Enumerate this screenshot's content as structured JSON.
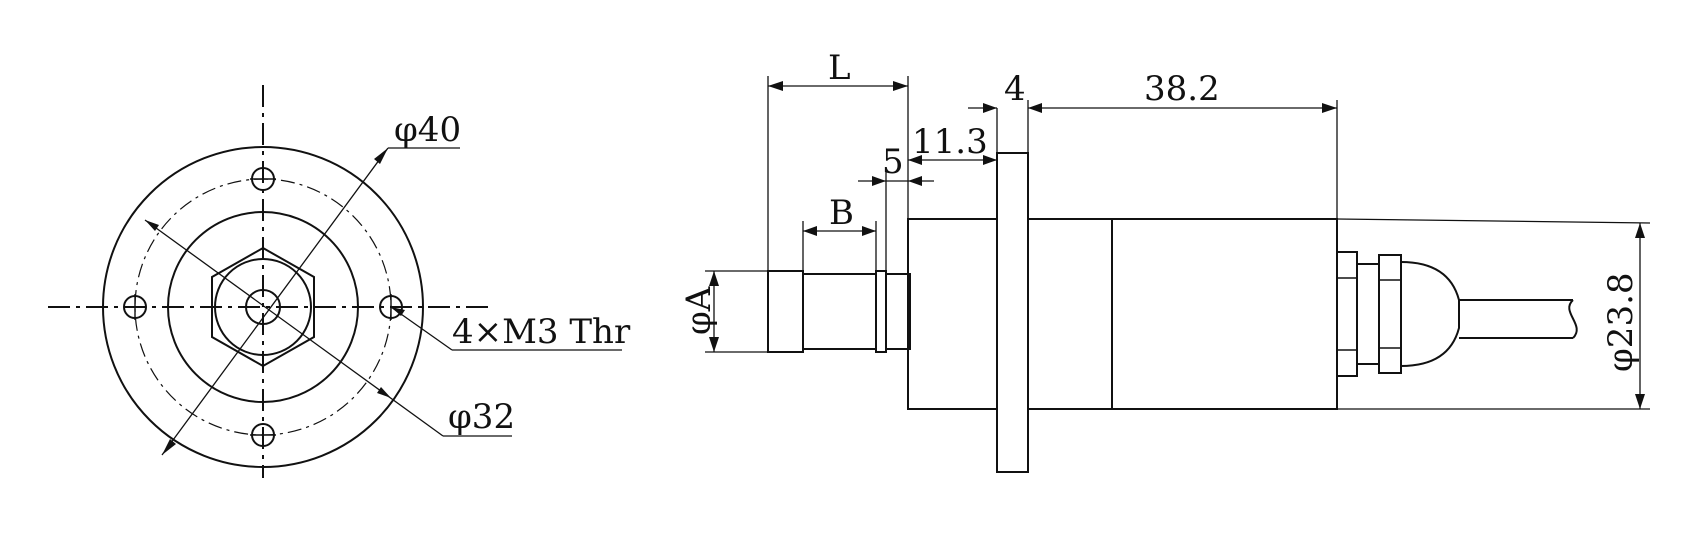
{
  "front_view": {
    "outer_diameter_label": "φ40",
    "hole_circle_label": "φ32",
    "thread_label": "4×M3 Thr"
  },
  "side_view": {
    "shaft_diameter_label": "φA",
    "length_label": "L",
    "groove_label": "B",
    "step_label": "5",
    "housing_front_label": "11.3",
    "flange_label": "4",
    "body_length_label": "38.2",
    "body_diameter_label": "φ23.8"
  }
}
